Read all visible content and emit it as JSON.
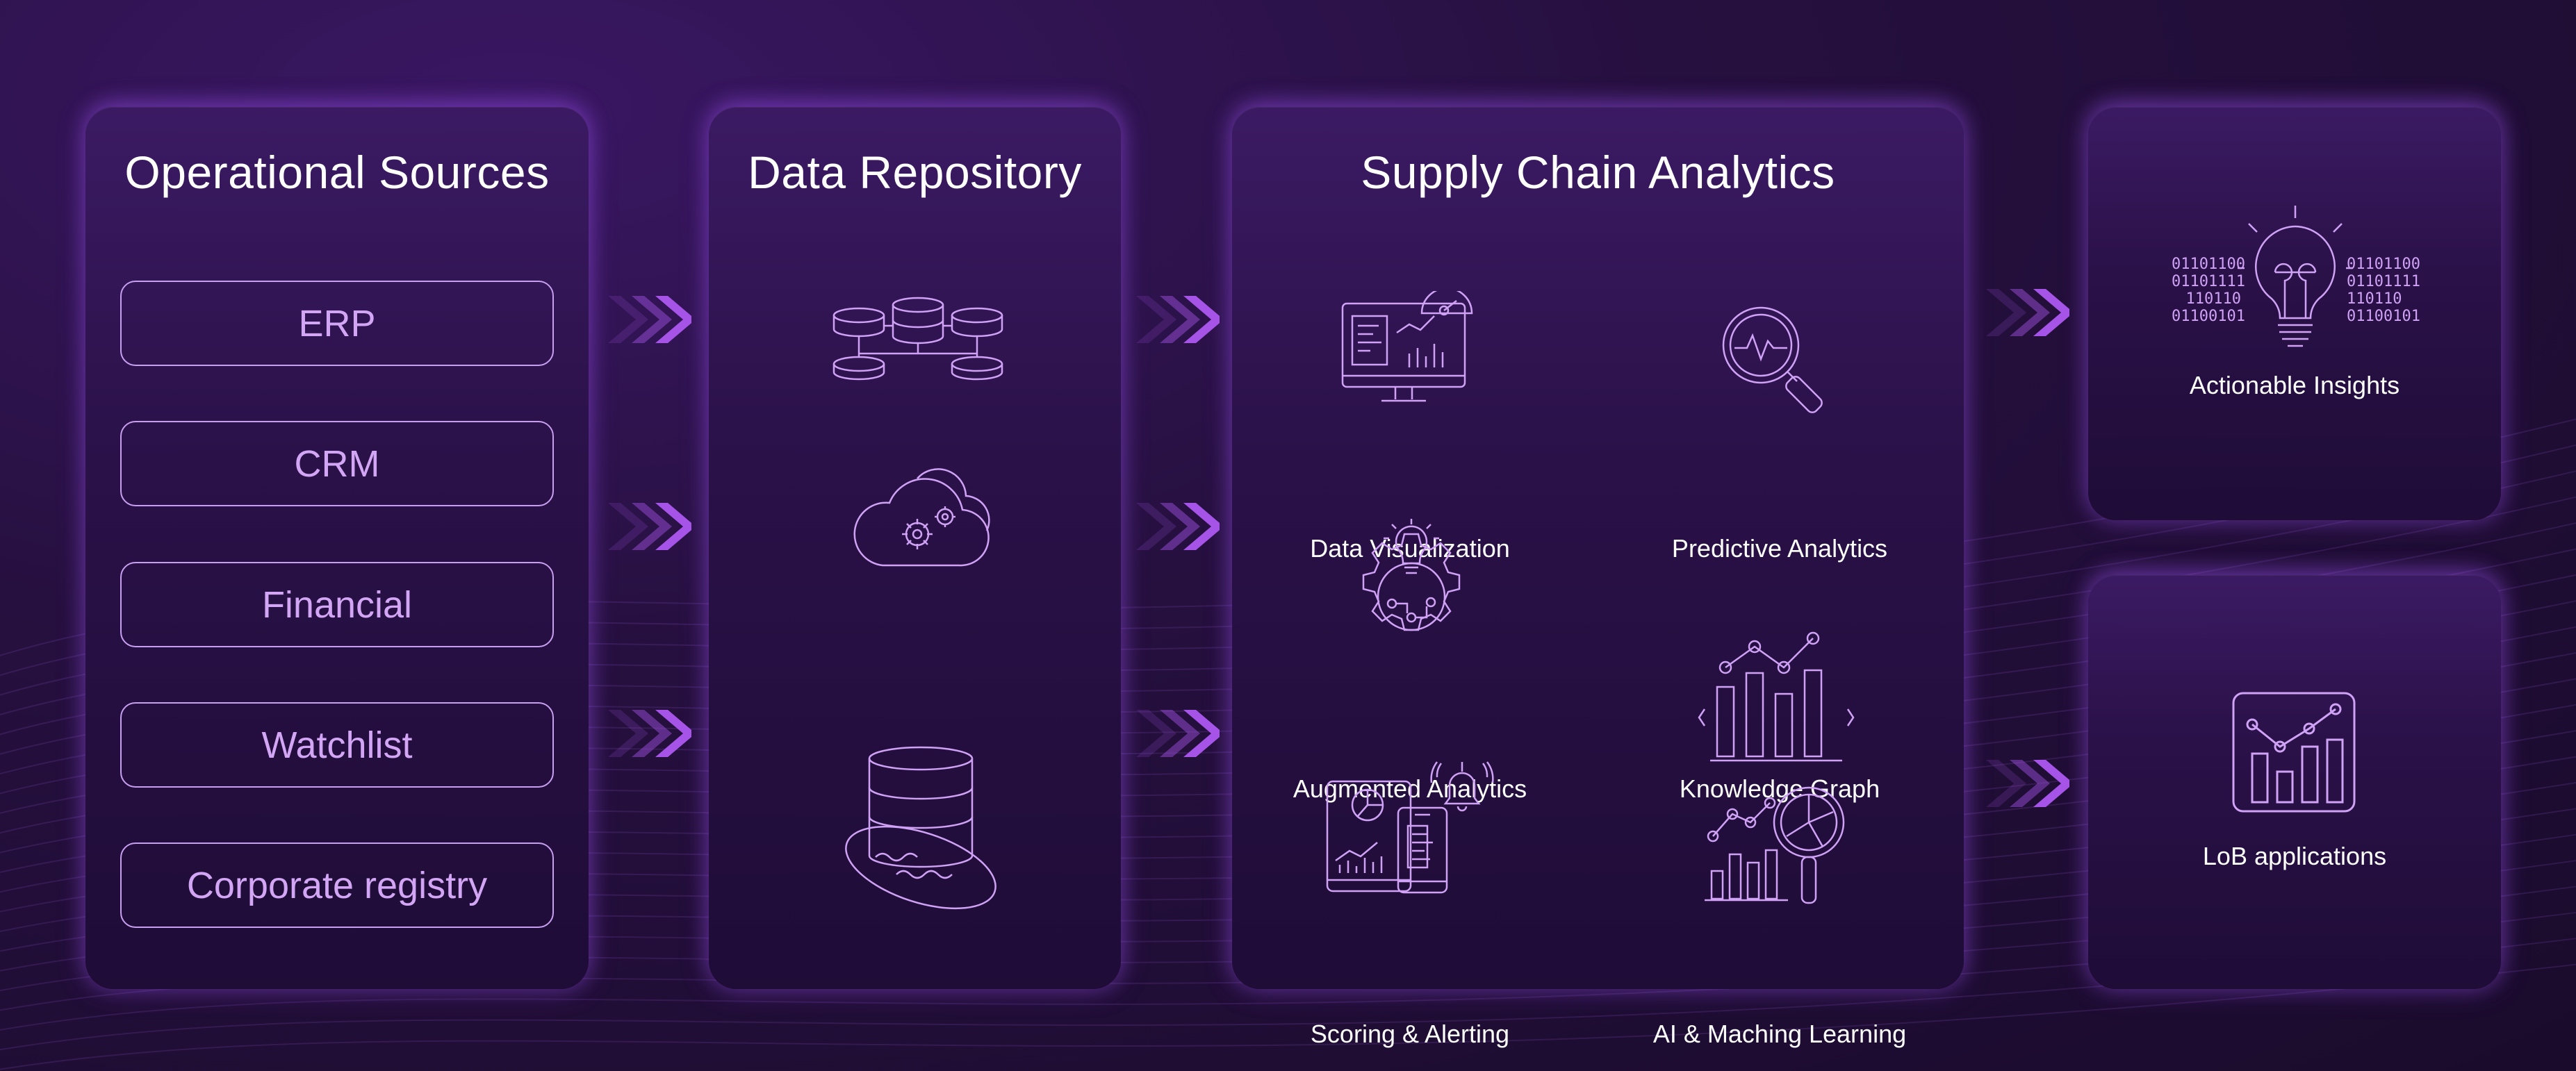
{
  "colors": {
    "accent": "#a654e8",
    "box_border": "#c89ff0",
    "box_text": "#d3a6f5",
    "icon_stroke": "#cfa2f5"
  },
  "sources": {
    "title": "Operational Sources",
    "items": [
      "ERP",
      "CRM",
      "Financial",
      "Watchlist",
      "Corporate registry"
    ]
  },
  "repository": {
    "title": "Data Repository",
    "icons": [
      "database-cluster-icon",
      "cloud-gears-icon",
      "database-icon",
      "data-lake-icon"
    ]
  },
  "analytics": {
    "title": "Supply Chain Analytics",
    "features": [
      {
        "label": "Data Visualization",
        "icon": "monitor-dashboard-icon"
      },
      {
        "label": "Predictive Analytics",
        "icon": "magnifier-pulse-icon"
      },
      {
        "label": "Augmented Analytics",
        "icon": "gear-lightbulb-icon"
      },
      {
        "label": "Knowledge Graph",
        "icon": "bar-line-graph-icon"
      },
      {
        "label": "Scoring & Alerting",
        "icon": "devices-bell-icon"
      },
      {
        "label": "AI & Maching Learning",
        "icon": "chart-magnifier-icon"
      }
    ]
  },
  "outputs": {
    "insights": {
      "label": "Actionable Insights",
      "icon": "lightbulb-binary-icon",
      "binary_left": [
        "01101100",
        "01101111",
        "110110",
        "01100101"
      ],
      "binary_right": [
        "01101100",
        "01101111",
        "110110",
        "01100101"
      ]
    },
    "lob": {
      "label": "LoB applications",
      "icon": "bar-chart-app-icon"
    }
  }
}
